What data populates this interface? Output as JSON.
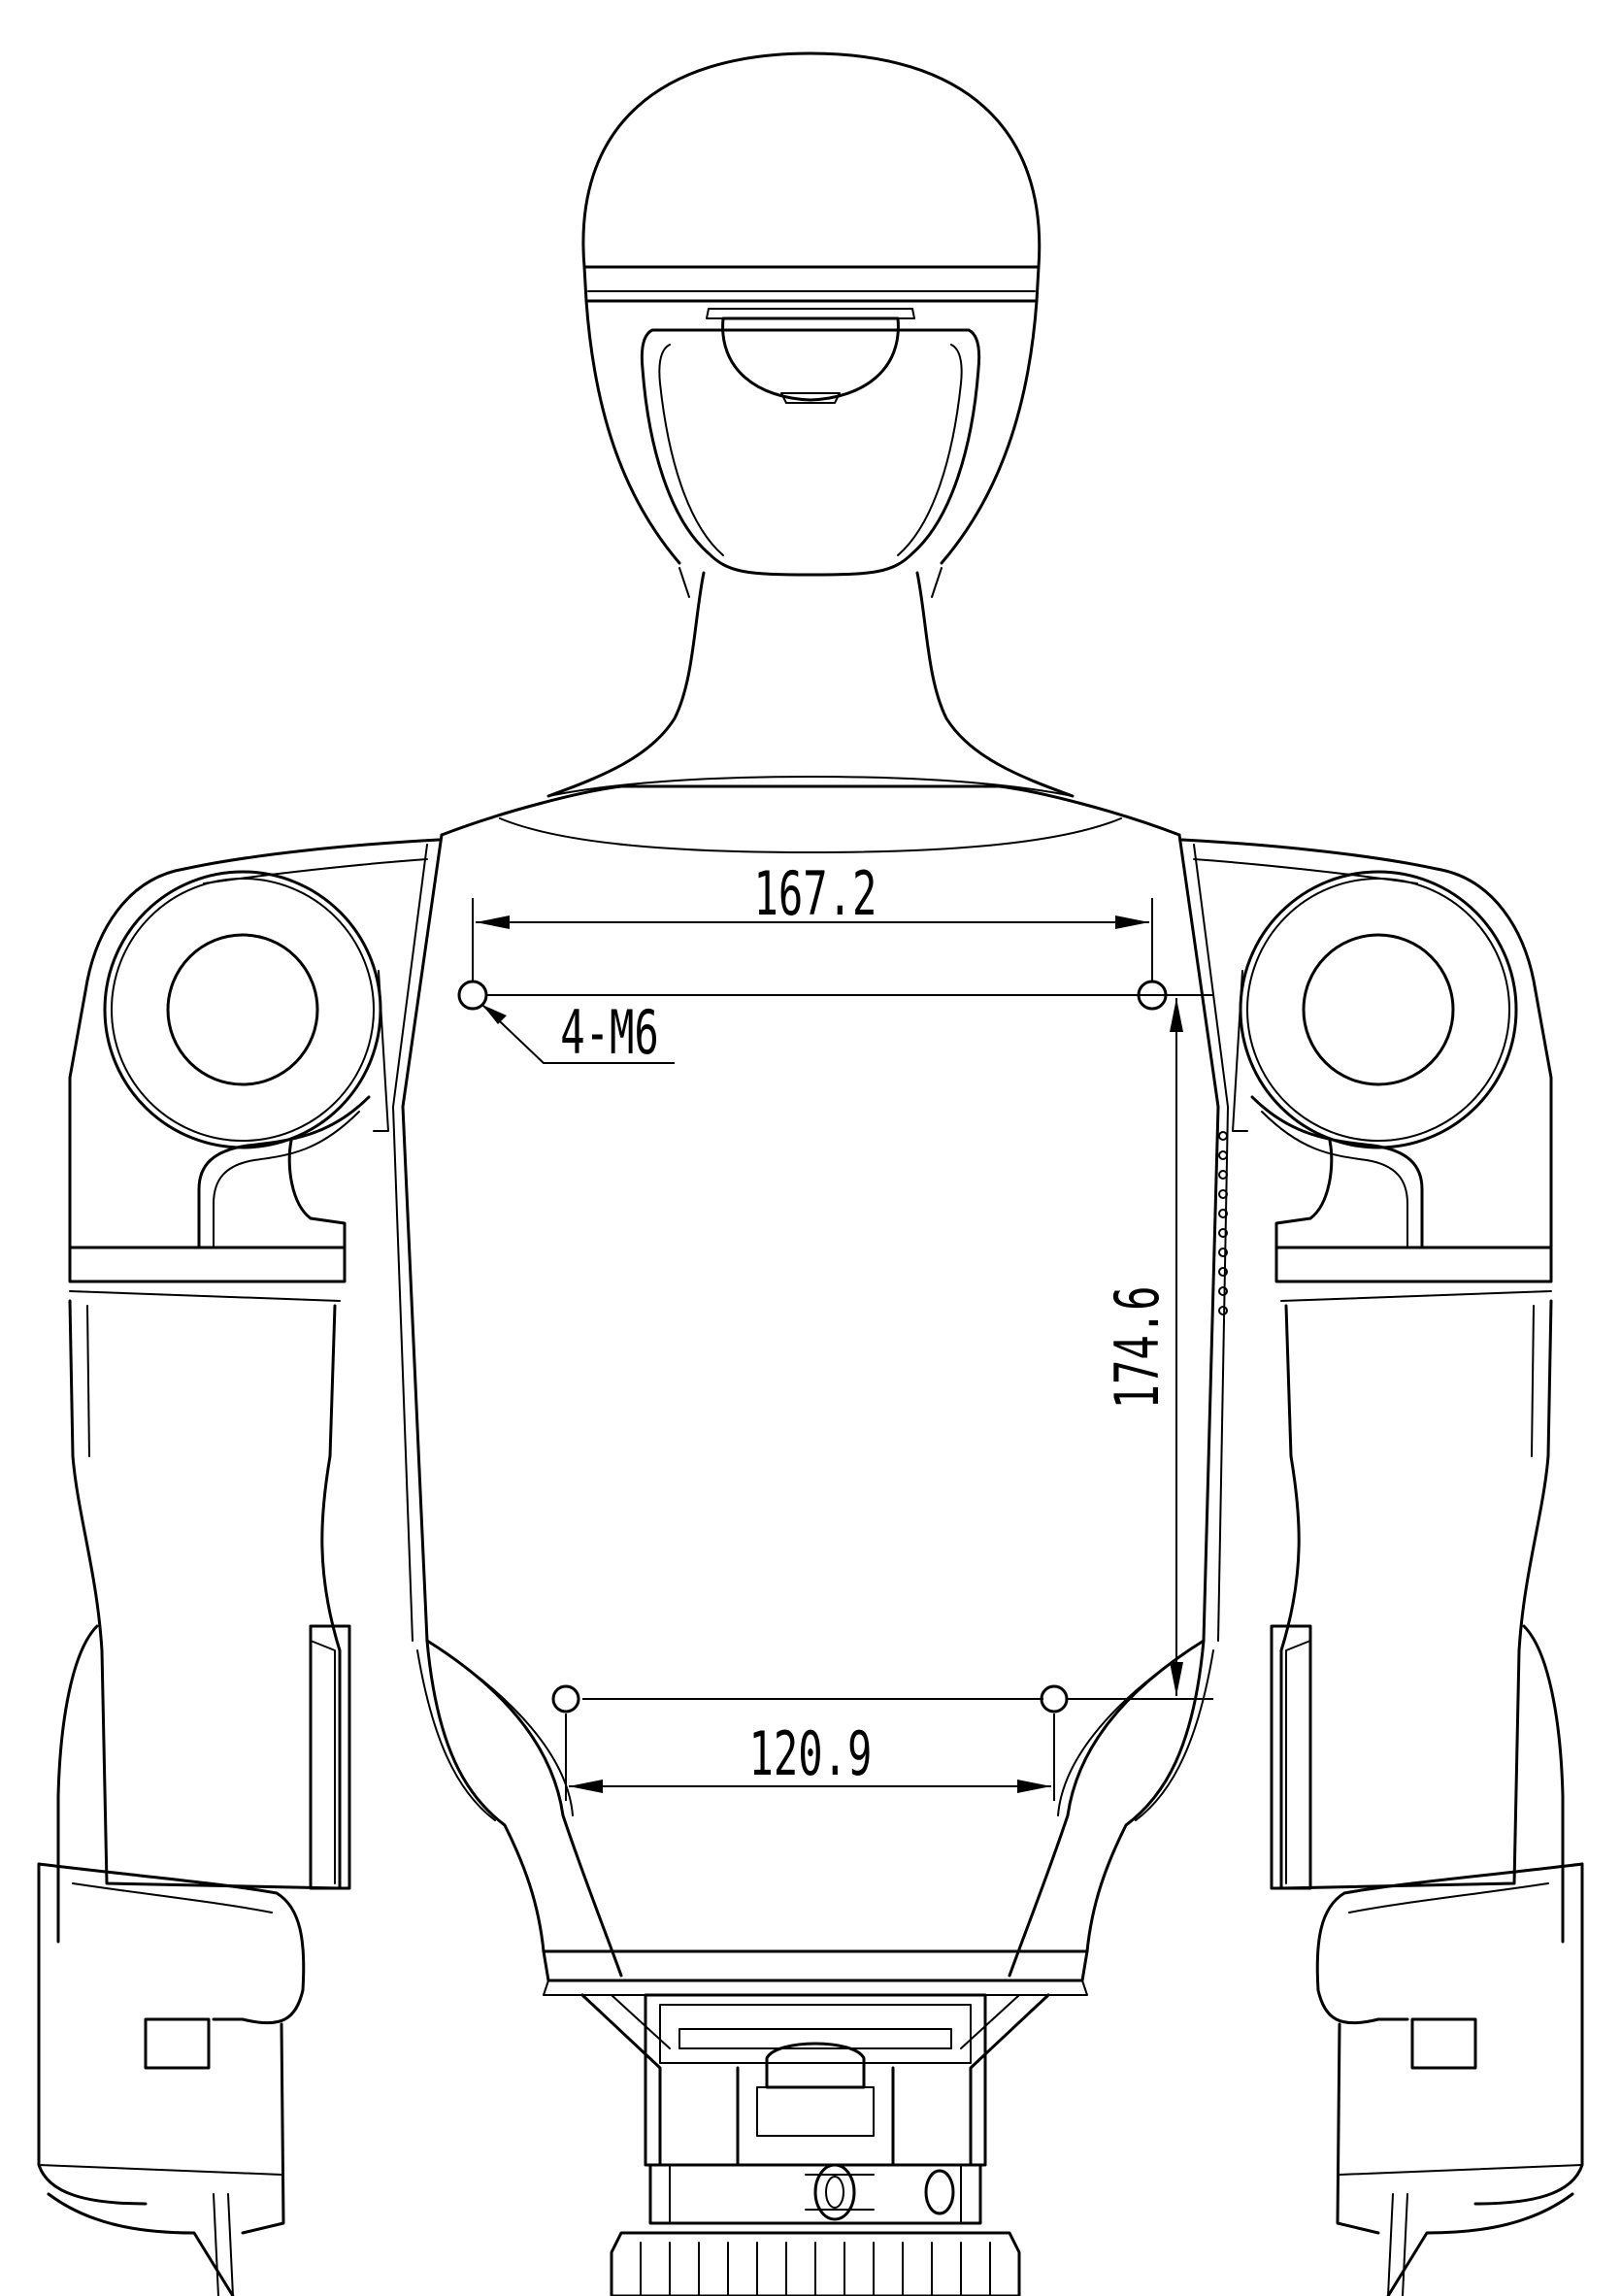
{
  "dimensions": {
    "top_hole_spacing": "167.2",
    "vertical_spacing": "174.6",
    "bottom_hole_spacing": "120.9",
    "thread_callout": "4-M6"
  }
}
